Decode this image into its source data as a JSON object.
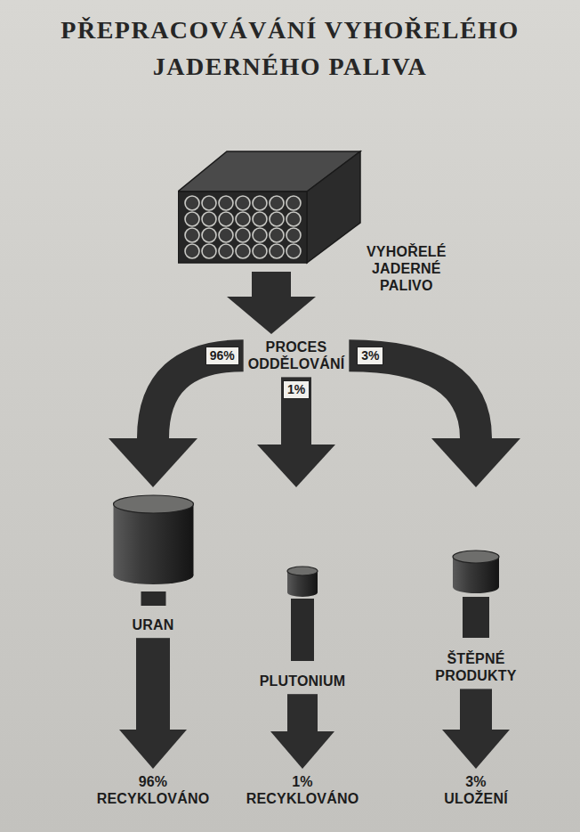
{
  "diagram": {
    "title": "PŘEPRACOVÁVÁNÍ VYHOŘELÉHO JADERNÉHO PALIVA",
    "nodes": [
      {
        "text": [
          "VYHOŘELÉ JADERNÉ PALIVO"
        ]
      },
      {
        "text": [
          "PROCES ODDĚLOVÁNÍ"
        ]
      },
      {
        "text": [
          "URAN"
        ]
      },
      {
        "text": [
          "PLUTONIUM"
        ]
      },
      {
        "text": [
          "ŠTĚPNÉ PRODUKTY"
        ]
      },
      {
        "text": [
          "96% RECYKLOVÁNO"
        ]
      },
      {
        "text": [
          "1% RECYKLOVÁNO"
        ]
      },
      {
        "text": [
          "3% ULOŽENÍ"
        ]
      }
    ],
    "edges": [
      {
        "from": 0,
        "to": 1,
        "arrow": "to"
      },
      {
        "from": 1,
        "to": 2,
        "label": "96%",
        "arrow": "to"
      },
      {
        "from": 1,
        "to": 3,
        "label": "1%",
        "arrow": "to"
      },
      {
        "from": 1,
        "to": 4,
        "label": "3%",
        "arrow": "to"
      },
      {
        "from": 2,
        "to": 5,
        "arrow": "to"
      },
      {
        "from": 3,
        "to": 6,
        "arrow": "to"
      },
      {
        "from": 4,
        "to": 7,
        "arrow": "to"
      }
    ]
  }
}
